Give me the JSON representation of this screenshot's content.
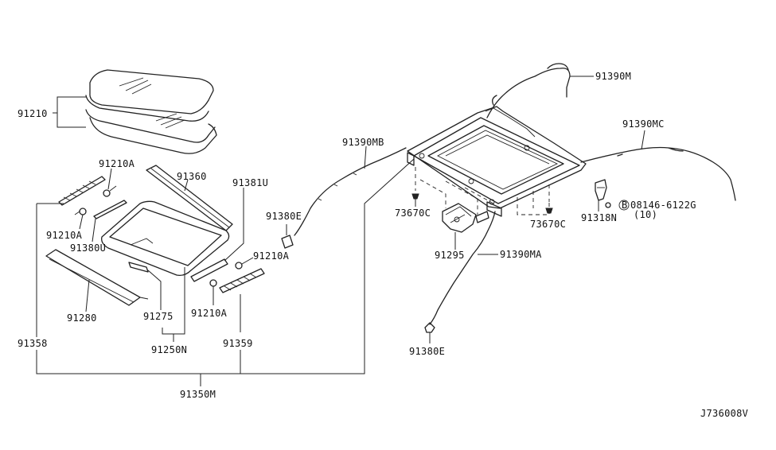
{
  "labels": {
    "p91210": "91210",
    "p91210a_1": "91210A",
    "p91210a_2": "91210A",
    "p91210a_3": "91210A",
    "p91210a_4": "91210A",
    "p91360": "91360",
    "p91381u": "91381U",
    "p91380u": "91380U",
    "p91280": "91280",
    "p91275": "91275",
    "p91250n": "91250N",
    "p91358": "91358",
    "p91359": "91359",
    "p91350m": "91350M",
    "p91380e_1": "91380E",
    "p91380e_2": "91380E",
    "p91390mb": "91390MB",
    "p91390m": "91390M",
    "p91390mc": "91390MC",
    "p73670c_1": "73670C",
    "p73670c_2": "73670C",
    "p91295": "91295",
    "p91390ma": "91390MA",
    "p91318n": "91318N",
    "bolt_code": "08146-6122G",
    "bolt_qty": "(10)",
    "bolt_circle": "B"
  },
  "diagram_id": "J736008V"
}
